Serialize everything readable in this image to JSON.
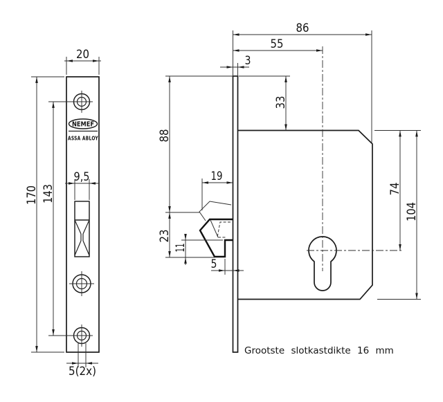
{
  "front_view": {
    "width": "20",
    "height": "170",
    "screw_spacing": "143",
    "slot_width": "9,5",
    "screw_hole_dia": "5(2x)",
    "brand": "NEMEF",
    "sub_brand": "ASSA ABLOY"
  },
  "side_view": {
    "case_depth": "86",
    "cylinder_backset": "55",
    "faceplate_thickness": "3",
    "case_top_offset": "33",
    "hook_top_offset": "88",
    "hook_protrusion": "19",
    "hook_cutout_height": "23",
    "hook_notch_height": "11",
    "hook_notch_depth": "5",
    "cylinder_center_offset": "74",
    "case_height": "104"
  },
  "note": "Grootste slotkastdikte 16 mm"
}
